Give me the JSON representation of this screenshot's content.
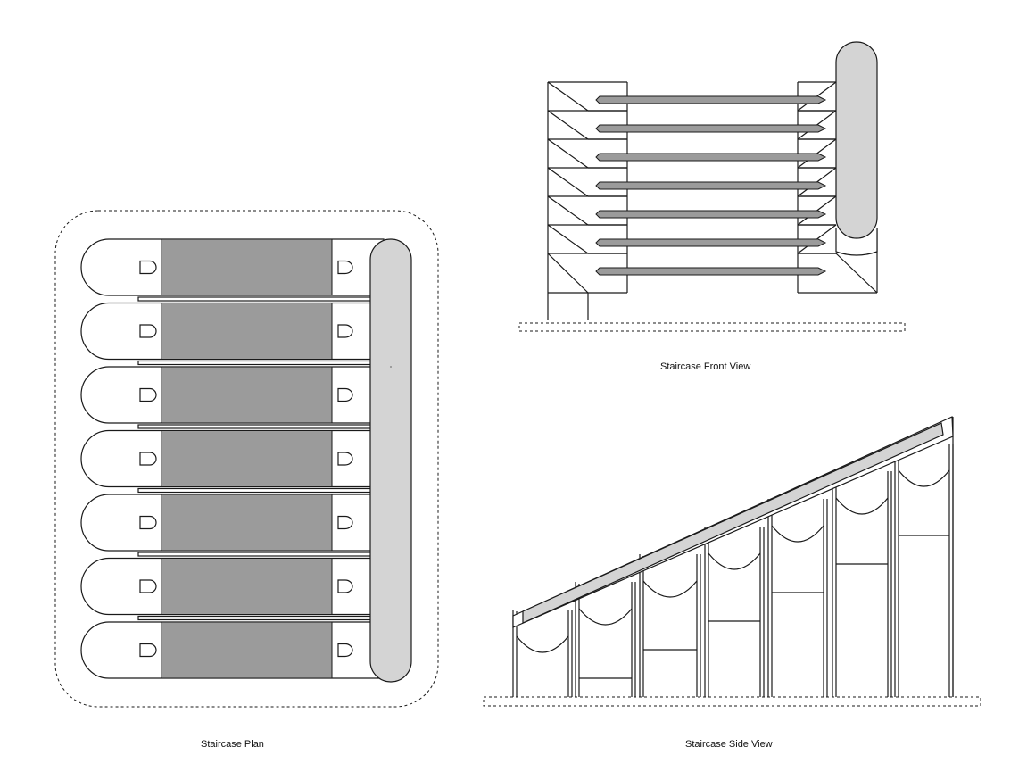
{
  "labels": {
    "plan": "Staircase Plan",
    "front": "Staircase Front View",
    "side": "Staircase Side View"
  },
  "colors": {
    "line": "#1a1a1a",
    "tread_fill": "#9b9b9b",
    "rail_fill": "#d4d4d4",
    "background": "#ffffff"
  },
  "steps": 7
}
